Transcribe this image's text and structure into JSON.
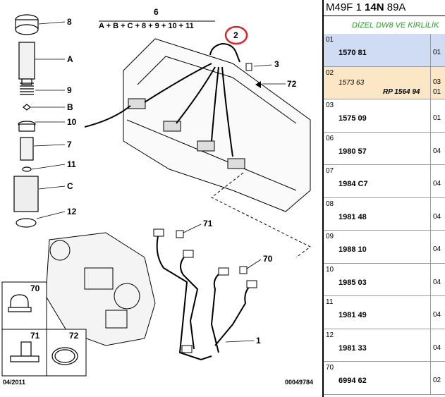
{
  "diagram": {
    "formula_top": "6",
    "formula": "A + B + C + 8 + 9 + 10 + 11",
    "labels": {
      "l8": "8",
      "lA": "A",
      "l9": "9",
      "lB": "B",
      "l10": "10",
      "l7": "7",
      "l11": "11",
      "lC": "C",
      "l12": "12",
      "l2": "2",
      "l3": "3",
      "l72": "72",
      "l71": "71",
      "l70": "70",
      "l1": "1",
      "box70": "70",
      "box71": "71",
      "box72": "72"
    },
    "date": "04/2011",
    "code": "00049784",
    "highlight_color": "#d8262c"
  },
  "panel": {
    "header_prefix": "M49F 1 ",
    "header_bold": "14N",
    "header_suffix": " 89A",
    "subtitle": "DİZEL DW8 VE KİRLİLİK",
    "rows": [
      {
        "idx": "01",
        "ref": "1570 81",
        "q": "01",
        "style": "sel"
      },
      {
        "idx": "02",
        "ref": "1573 63",
        "rp": "RP 1564 94",
        "q": "03",
        "q2": "01",
        "style": "alt"
      },
      {
        "idx": "03",
        "ref": "1575 09",
        "q": "01",
        "style": ""
      },
      {
        "idx": "06",
        "ref": "1980 57",
        "q": "04",
        "style": ""
      },
      {
        "idx": "07",
        "ref": "1984 C7",
        "q": "04",
        "style": ""
      },
      {
        "idx": "08",
        "ref": "1981 48",
        "q": "04",
        "style": ""
      },
      {
        "idx": "09",
        "ref": "1988 10",
        "q": "04",
        "style": ""
      },
      {
        "idx": "10",
        "ref": "1985 03",
        "q": "04",
        "style": ""
      },
      {
        "idx": "11",
        "ref": "1981 49",
        "q": "04",
        "style": ""
      },
      {
        "idx": "12",
        "ref": "1981 33",
        "q": "04",
        "style": ""
      },
      {
        "idx": "70",
        "ref": "6994 62",
        "q": "02",
        "style": ""
      }
    ]
  }
}
